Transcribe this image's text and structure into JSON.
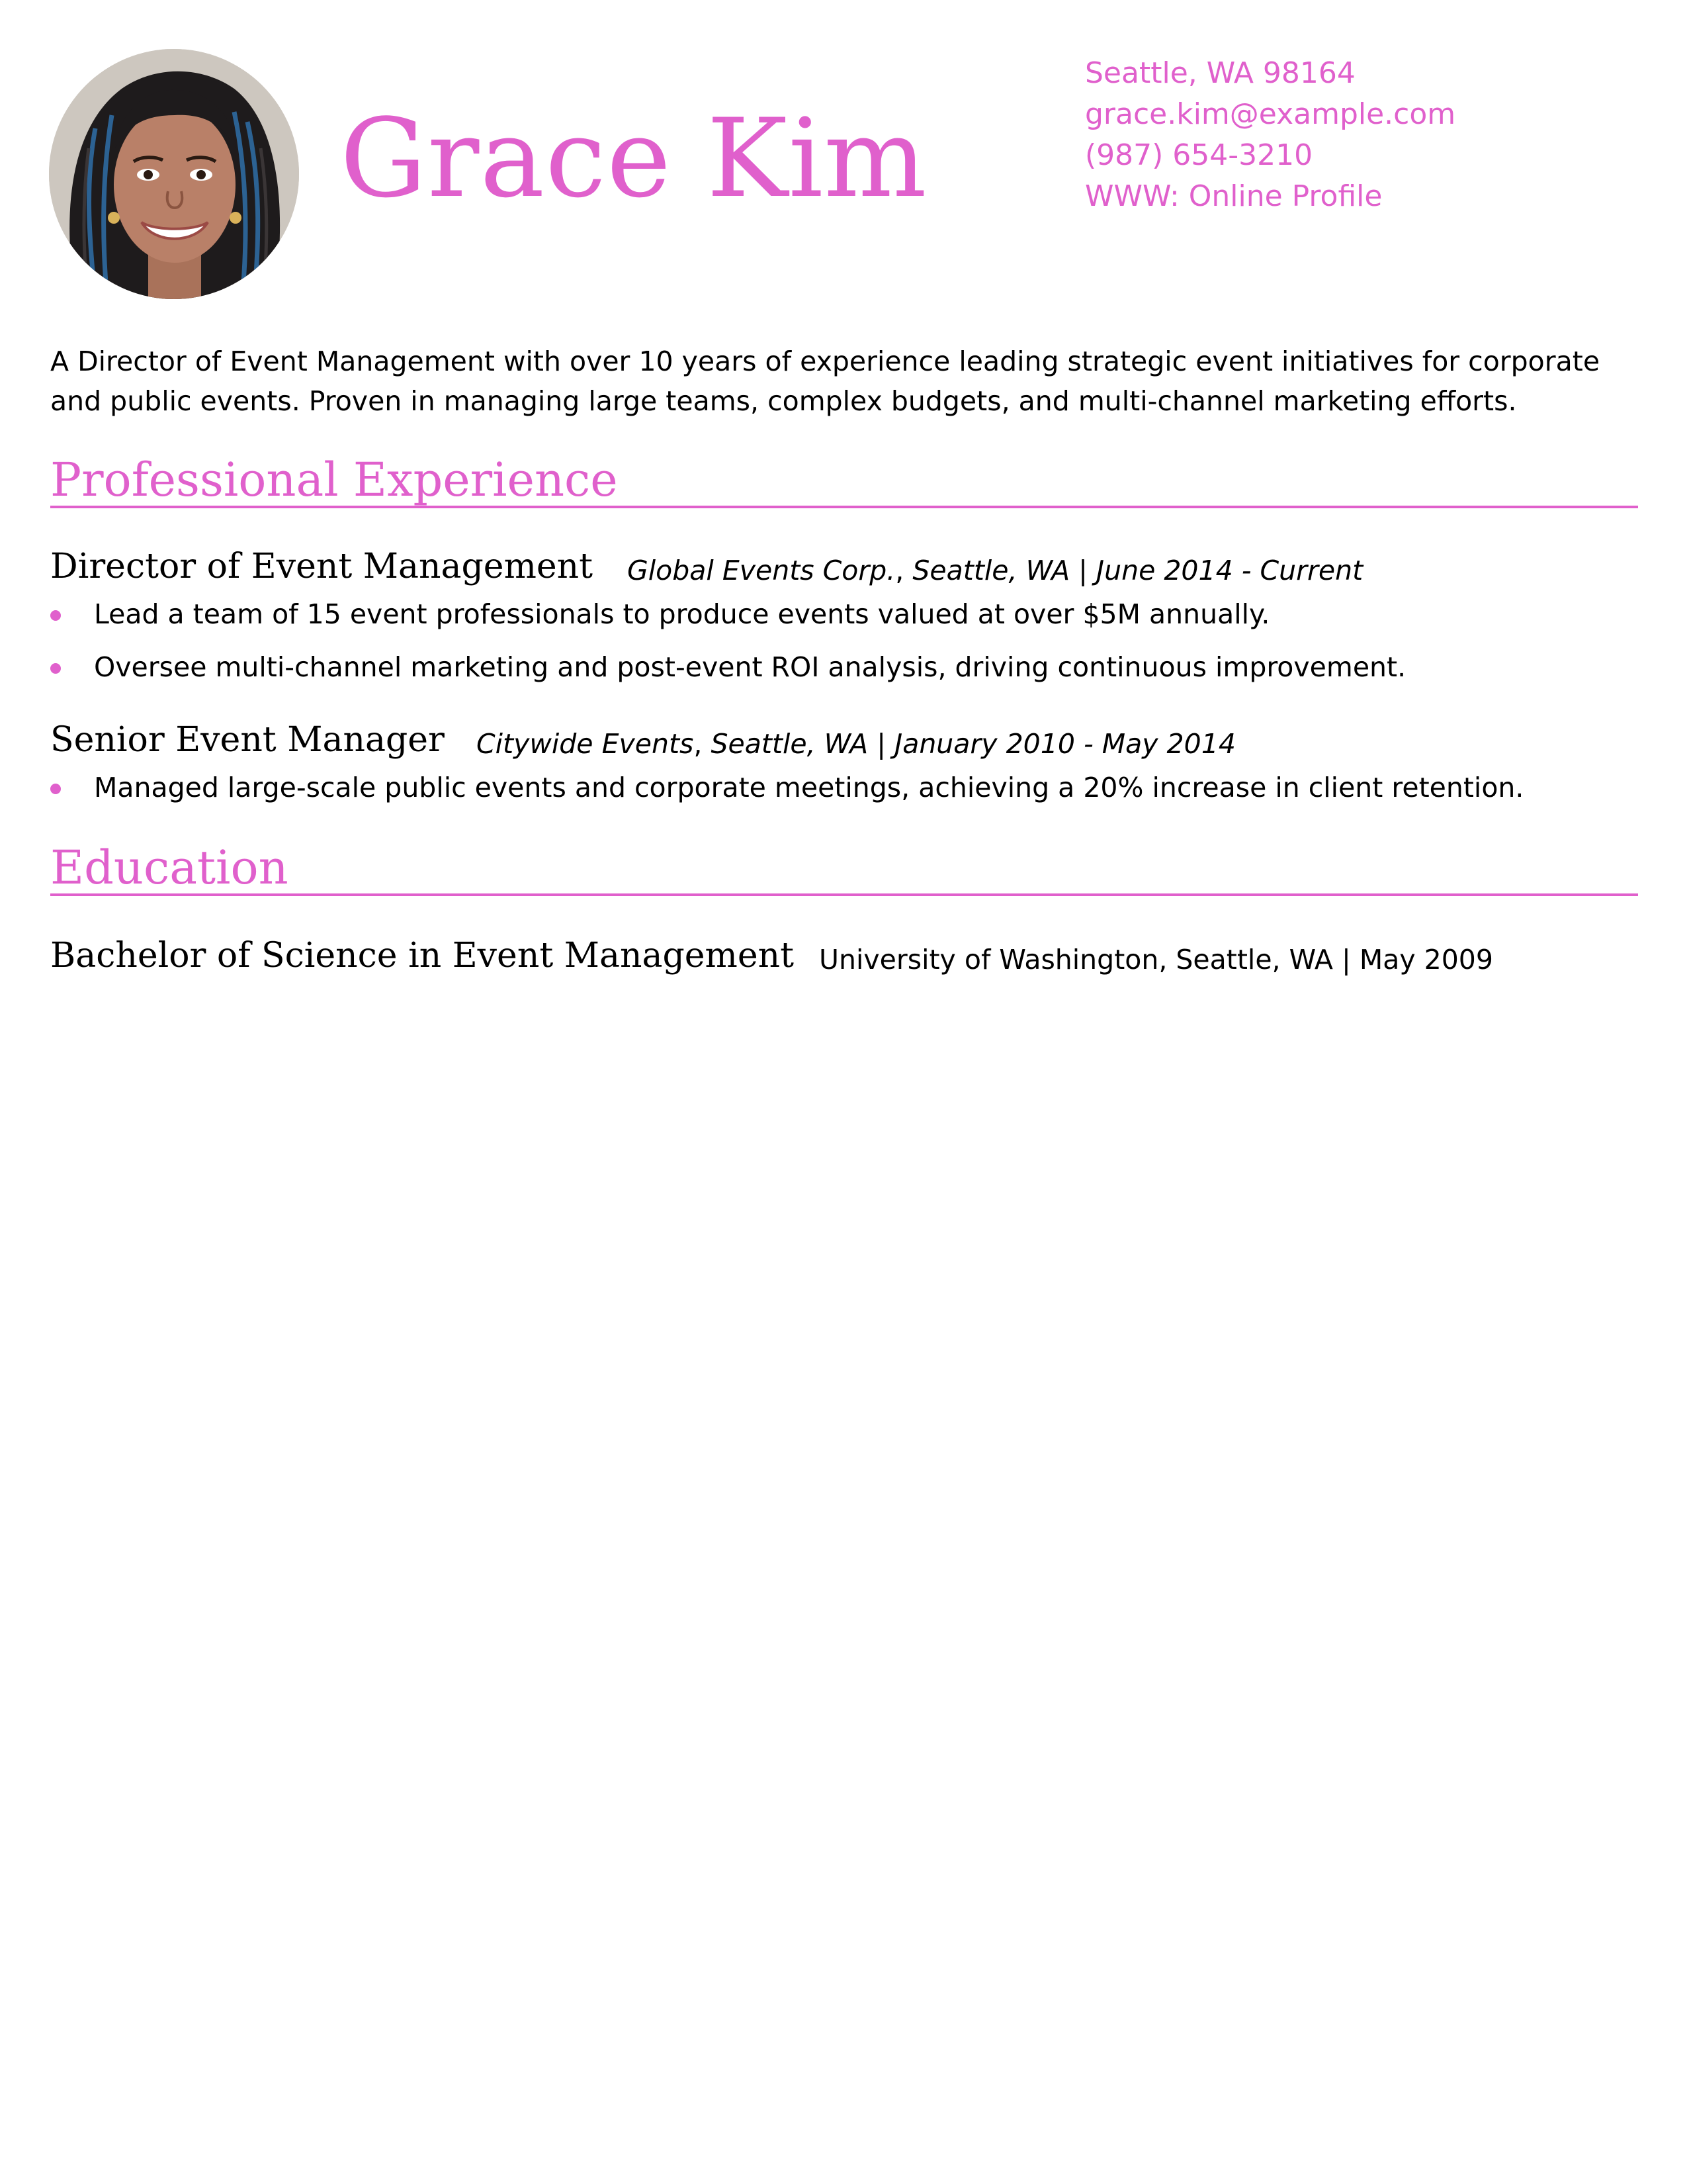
{
  "colors": {
    "accent": "#e060cc",
    "text": "#000000",
    "background": "#ffffff"
  },
  "header": {
    "name": "Grace Kim",
    "avatar_icon": "profile-photo",
    "contact": {
      "address": "Seattle, WA 98164",
      "email": "grace.kim@example.com",
      "phone": "(987) 654-3210",
      "website": "WWW: Online Profile"
    }
  },
  "summary": "A Director of Event Management with over 10 years of experience leading strategic event initiatives for corporate and public events. Proven in managing large teams, complex budgets, and multi-channel marketing efforts.",
  "experience": {
    "heading": "Professional Experience",
    "jobs": [
      {
        "title": "Director of Event Management",
        "company": "Global Events Corp.",
        "separator": ", ",
        "location_dates": "Seattle, WA | June 2014 - Current",
        "bullets": [
          "Lead a team of 15 event professionals to produce events valued at over $5M annually.",
          "Oversee multi-channel marketing and post-event ROI analysis, driving continuous improvement."
        ]
      },
      {
        "title": "Senior Event Manager",
        "company": "Citywide Events",
        "separator": ", ",
        "location_dates": "Seattle, WA | January 2010 - May 2014",
        "bullets": [
          "Managed large-scale public events and corporate meetings, achieving a 20% increase in client retention."
        ]
      }
    ]
  },
  "education": {
    "heading": "Education",
    "entries": [
      {
        "degree": "Bachelor of Science in Event Management",
        "details": "University of Washington, Seattle, WA | May 2009"
      }
    ]
  }
}
